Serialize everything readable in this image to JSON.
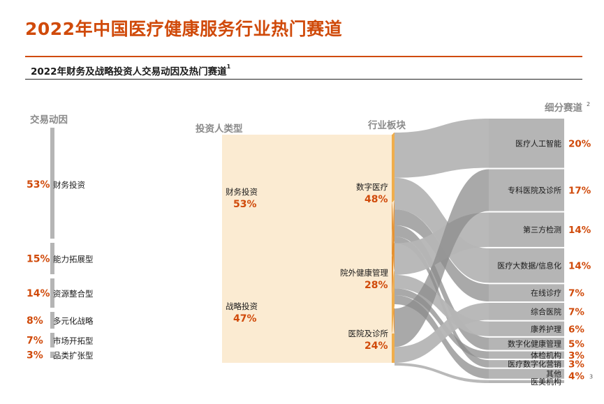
{
  "page": {
    "title": "2022年中国医疗健康服务行业热门赛道",
    "subtitle": "2022年财务及战略投资人交易动因及热门赛道",
    "subtitle_sup": "1"
  },
  "chart_data": {
    "type": "sankey",
    "column_headers": {
      "motive": "交易动因",
      "investor": "投资人类型",
      "sector": "行业板块",
      "segment": "细分赛道",
      "segment_sup": "2"
    },
    "colors": {
      "gray": "#b5b5b5",
      "gray_dark": "#8c8c8c",
      "orange": "#f0ae4c",
      "orange_dark": "#e07b10",
      "accent_text": "#d04a0a"
    },
    "motives": [
      {
        "name": "财务投资",
        "pct": "53%",
        "value": 53
      },
      {
        "name": "能力拓展型",
        "pct": "15%",
        "value": 15
      },
      {
        "name": "资源整合型",
        "pct": "14%",
        "value": 14
      },
      {
        "name": "多元化战略",
        "pct": "8%",
        "value": 8
      },
      {
        "name": "市场开拓型",
        "pct": "7%",
        "value": 7
      },
      {
        "name": "品类扩张型",
        "pct": "3%",
        "value": 3
      }
    ],
    "investors": [
      {
        "name": "财务投资",
        "pct": "53%",
        "value": 53
      },
      {
        "name": "战略投资",
        "pct": "47%",
        "value": 47
      }
    ],
    "sectors": [
      {
        "name": "数字医疗",
        "pct": "48%",
        "value": 48
      },
      {
        "name": "院外健康管理",
        "pct": "28%",
        "value": 28
      },
      {
        "name": "医院及诊所",
        "pct": "24%",
        "value": 24
      }
    ],
    "segments": [
      {
        "name": "医疗人工智能",
        "pct": "20%",
        "value": 20
      },
      {
        "name": "专科医院及诊所",
        "pct": "17%",
        "value": 17
      },
      {
        "name": "第三方检测",
        "pct": "14%",
        "value": 14
      },
      {
        "name": "医疗大数据/信息化",
        "pct": "14%",
        "value": 14
      },
      {
        "name": "在线诊疗",
        "pct": "7%",
        "value": 7
      },
      {
        "name": "综合医院",
        "pct": "7%",
        "value": 7
      },
      {
        "name": "康养护理",
        "pct": "6%",
        "value": 6
      },
      {
        "name": "数字化健康管理",
        "pct": "5%",
        "value": 5
      },
      {
        "name": "体检机构",
        "pct": "3%",
        "value": 3
      },
      {
        "name": "医疗数字化营销",
        "pct": "3%",
        "value": 3
      },
      {
        "name": "其他",
        "pct": "4%",
        "value": 4
      },
      {
        "name": "医美机构",
        "pct": "",
        "value": 0
      }
    ],
    "other_sup": "3"
  }
}
